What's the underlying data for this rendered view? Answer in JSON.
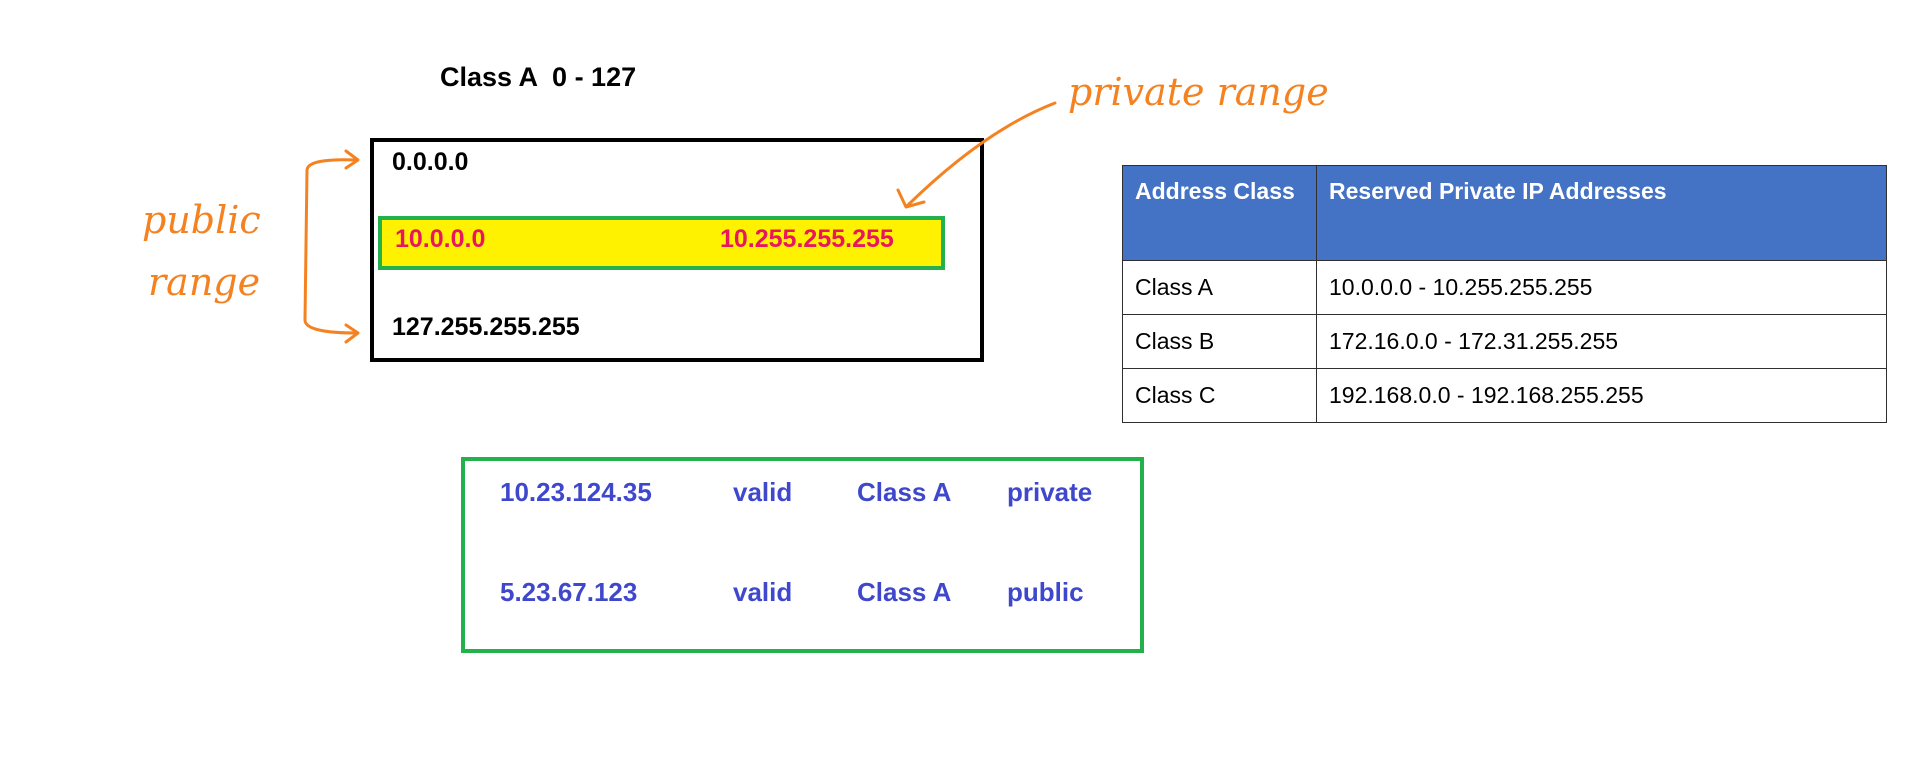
{
  "diagram": {
    "title": "Class A  0 - 127",
    "range_start": "0.0.0.0",
    "range_end": "127.255.255.255",
    "private_start": "10.0.0.0",
    "private_end": "10.255.255.255",
    "annotation_private": "private range",
    "annotation_public_line1": "public",
    "annotation_public_line2": "range"
  },
  "table": {
    "headers": [
      "Address Class",
      "Reserved Private IP Addresses"
    ],
    "rows": [
      [
        "Class A",
        "10.0.0.0 - 10.255.255.255"
      ],
      [
        "Class B",
        "172.16.0.0 - 172.31.255.255"
      ],
      [
        "Class C",
        "192.168.0.0 - 192.168.255.255"
      ]
    ]
  },
  "examples": [
    [
      "10.23.124.35",
      "valid",
      "Class A",
      "private"
    ],
    [
      "5.23.67.123",
      "valid",
      "Class A",
      "public"
    ]
  ],
  "colors": {
    "highlight": "#fff200",
    "green_border": "#22b14c",
    "red_text": "#e8175d",
    "annotation": "#f58220",
    "blue_text": "#3f48cc",
    "table_header": "#4472c4"
  }
}
